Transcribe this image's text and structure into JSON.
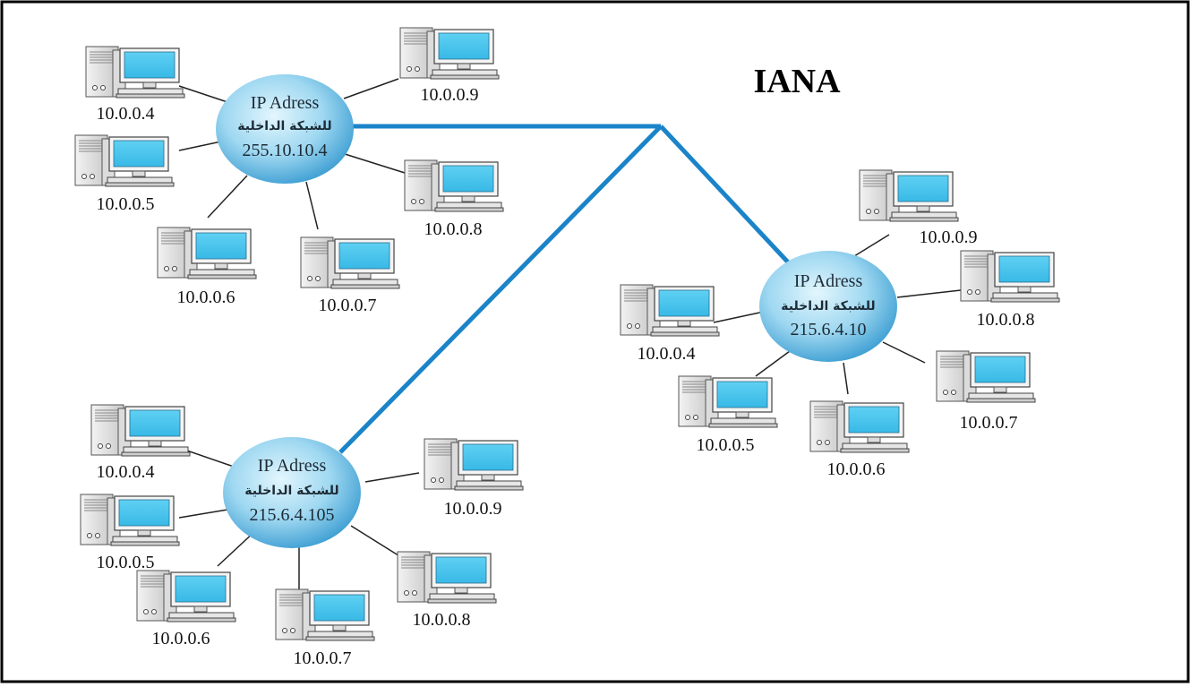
{
  "title": "IANA",
  "colors": {
    "backbone": "#1b84c9",
    "screen": "#4cc6ee",
    "hub_light": "#e3f6fd",
    "hub_mid": "#9fd8f1",
    "hub_dark": "#3f9fd3",
    "frame": "#000000"
  },
  "networks": [
    {
      "id": "net-top-left",
      "hub": {
        "line1": "IP Adress",
        "line2": "للشبكة الداخلية",
        "line3": "255.10.10.4"
      },
      "hosts": [
        "10.0.0.4",
        "10.0.0.5",
        "10.0.0.6",
        "10.0.0.7",
        "10.0.0.8",
        "10.0.0.9"
      ]
    },
    {
      "id": "net-bottom-left",
      "hub": {
        "line1": "IP Adress",
        "line2": "للشبكة الداخلية",
        "line3": "215.6.4.105"
      },
      "hosts": [
        "10.0.0.4",
        "10.0.0.5",
        "10.0.0.6",
        "10.0.0.7",
        "10.0.0.8",
        "10.0.0.9"
      ]
    },
    {
      "id": "net-right",
      "hub": {
        "line1": "IP Adress",
        "line2": "للشبكة الداخلية",
        "line3": "215.6.4.10"
      },
      "hosts": [
        "10.0.0.4",
        "10.0.0.5",
        "10.0.0.6",
        "10.0.0.7",
        "10.0.0.8",
        "10.0.0.9"
      ]
    }
  ]
}
